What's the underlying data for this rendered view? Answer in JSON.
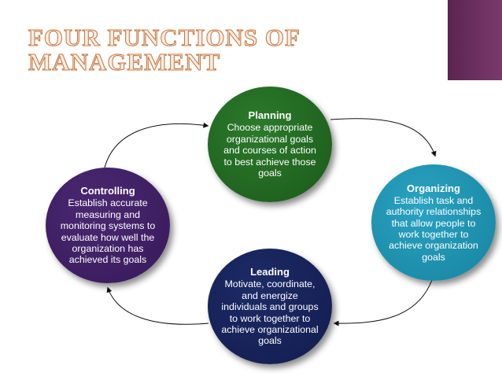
{
  "title": {
    "line1": "FOUR FUNCTIONS OF",
    "line2": "MANAGEMENT"
  },
  "nodes": {
    "planning": {
      "label": "Planning",
      "description": "Choose appropriate organizational goals and courses of action to best achieve those goals",
      "color": "#1d5e1d"
    },
    "organizing": {
      "label": "Organizing",
      "description": "Establish task and authority relationships that allow people to work together to achieve organization goals",
      "color": "#1b90ae"
    },
    "leading": {
      "label": "Leading",
      "description": "Motivate, coordinate, and energize individuals and groups to work together to achieve organizational goals",
      "color": "#142055"
    },
    "controlling": {
      "label": "Controlling",
      "description": "Establish accurate measuring and monitoring systems to evaluate how well the organization has achieved its goals",
      "color": "#3c1f60"
    }
  },
  "colors": {
    "title_fill": "#fbeee4",
    "title_outline": "#c87a44",
    "corner_accent": "#6a2f5e"
  }
}
